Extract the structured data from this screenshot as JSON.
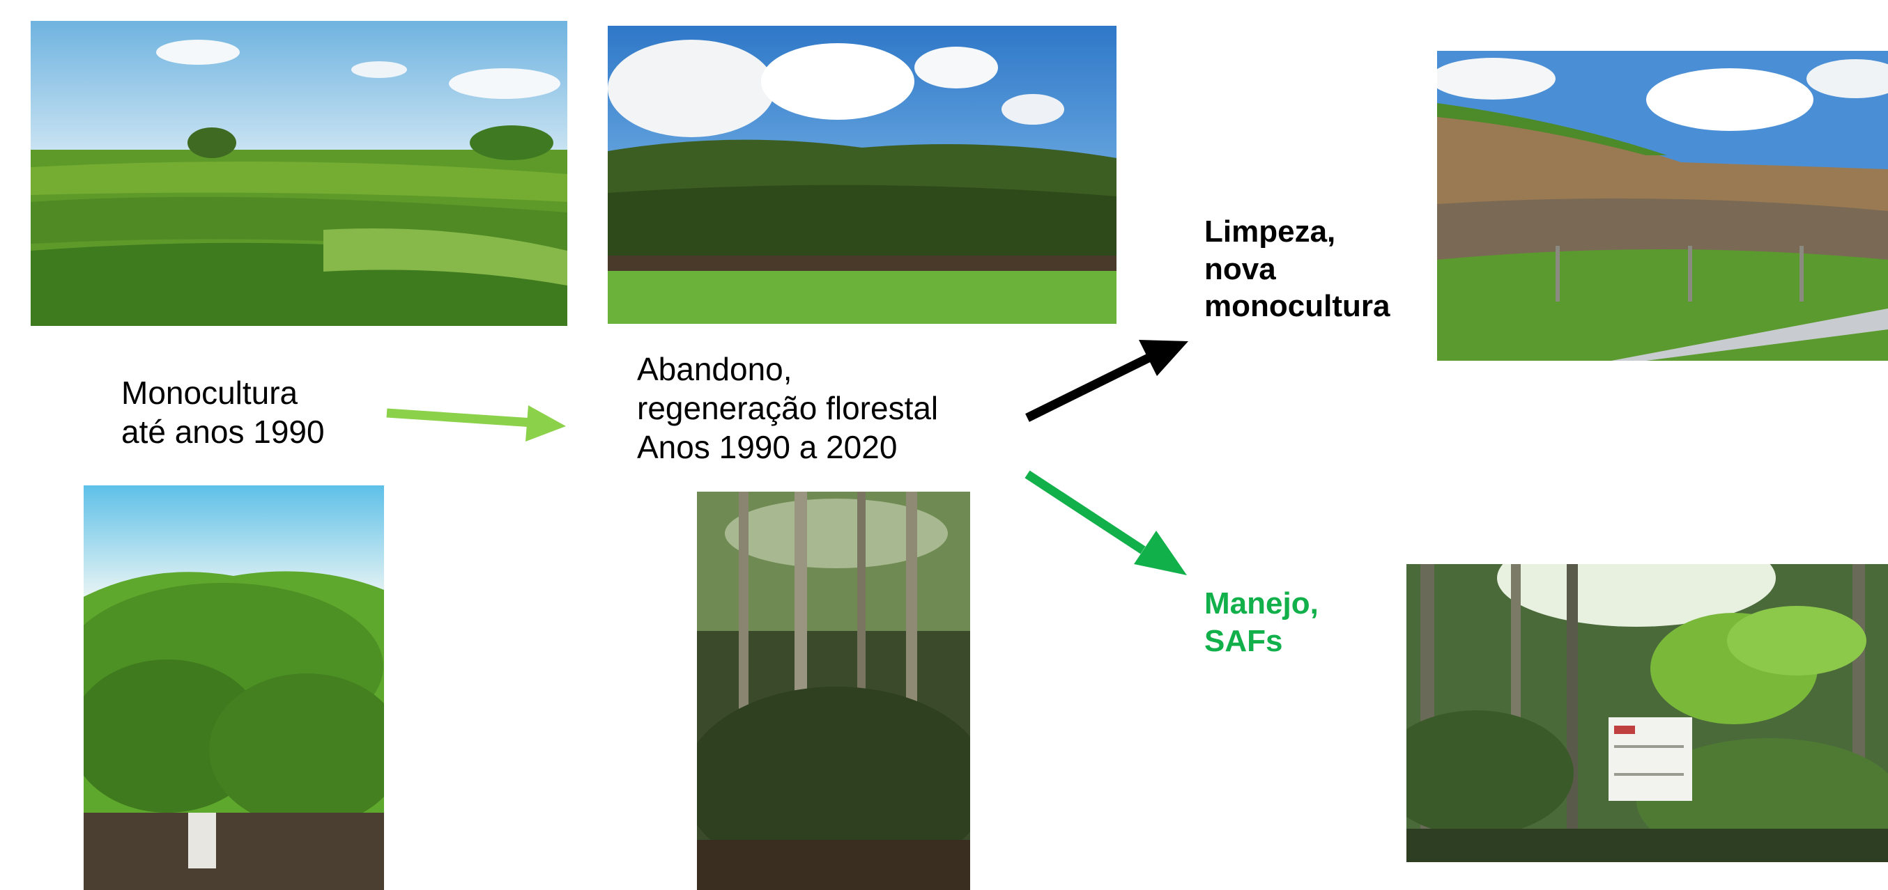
{
  "stages": {
    "monoculture": {
      "lines": [
        "Monocultura",
        "até anos 1990"
      ]
    },
    "abandonment": {
      "lines": [
        "Abandono,",
        "regeneração florestal",
        "Anos 1990 a 2020"
      ]
    },
    "clearing": {
      "lines": [
        "Limpeza,",
        "nova",
        "monocultura"
      ]
    },
    "management": {
      "lines": [
        "Manejo,",
        "SAFs"
      ]
    }
  },
  "colors": {
    "management_text": "#12b04a",
    "arrow_monoculture_to_abandonment": "#8cd14a",
    "arrow_to_clearing": "#000000",
    "arrow_to_management": "#12b04a"
  }
}
